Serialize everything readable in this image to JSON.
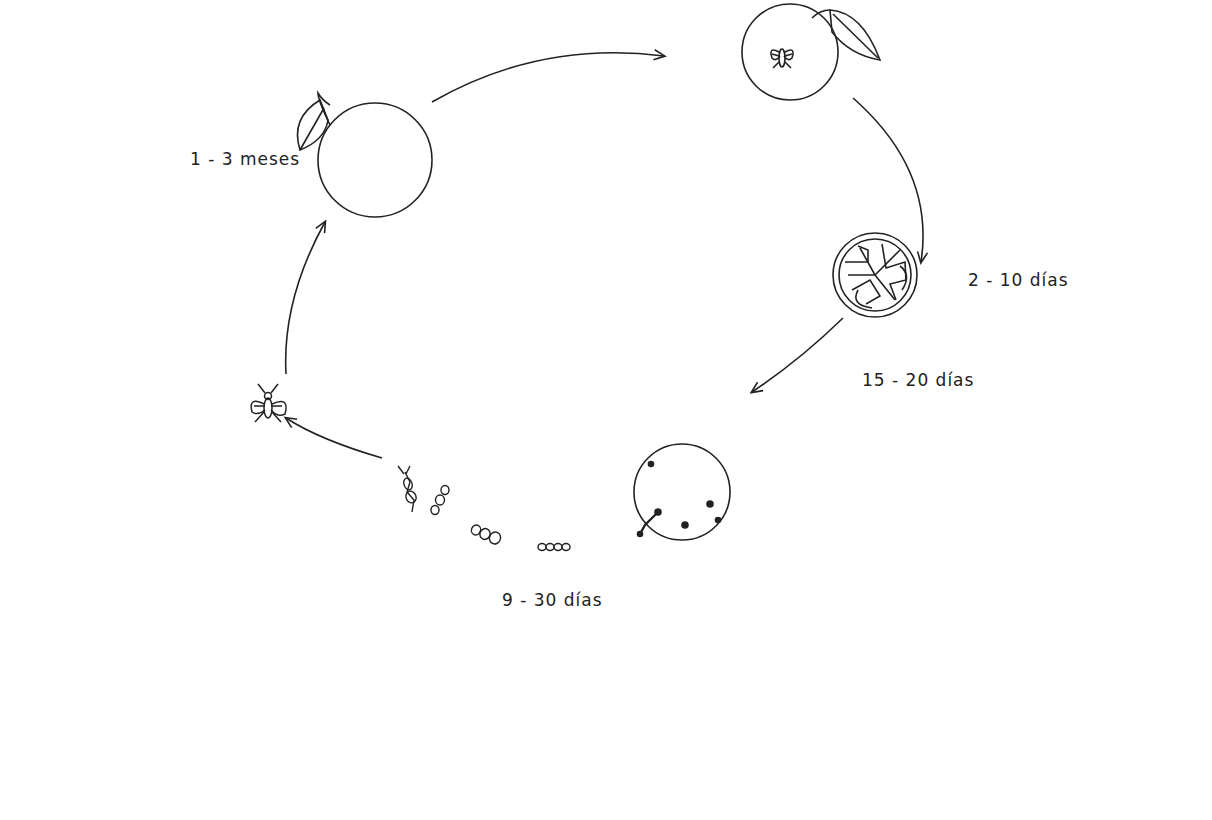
{
  "diagram": {
    "labels": [
      "1 - 3 meses",
      "2 - 10 días",
      "15 - 20 días",
      "9 - 30 días"
    ]
  }
}
